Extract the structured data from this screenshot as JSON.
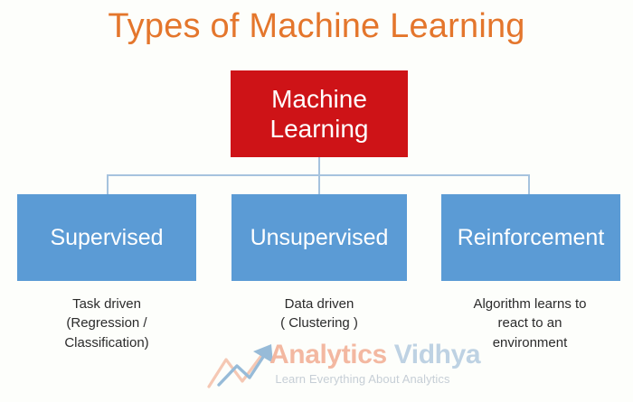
{
  "page": {
    "title": "Types of Machine Learning",
    "background_color": "#fdfefb"
  },
  "colors": {
    "title": "#e4762c",
    "root_node": "#ce1317",
    "child_node": "#5b9bd5",
    "connector": "#a6c3de",
    "caption_text": "#2b2b2b",
    "node_text": "#ffffff",
    "watermark_brand_first": "#f3b39a",
    "watermark_brand_second": "#b9cfe2",
    "watermark_tagline": "#c2cbd3"
  },
  "diagram": {
    "type": "hierarchy-tree",
    "root": {
      "line1": "Machine",
      "line2": "Learning"
    },
    "children": [
      {
        "label": "Supervised",
        "caption_lines": [
          "Task driven",
          "(Regression /",
          "Classification)"
        ]
      },
      {
        "label": "Unsupervised",
        "caption_lines": [
          "Data driven",
          "( Clustering )"
        ]
      },
      {
        "label": "Reinforcement",
        "caption_lines": [
          "Algorithm learns to",
          "react to an",
          "environment"
        ]
      }
    ]
  },
  "watermark": {
    "brand_first": "Analytics",
    "brand_second": " Vidhya",
    "tagline": "Learn Everything About Analytics",
    "mark_icon": "growth-arrow-icon"
  }
}
